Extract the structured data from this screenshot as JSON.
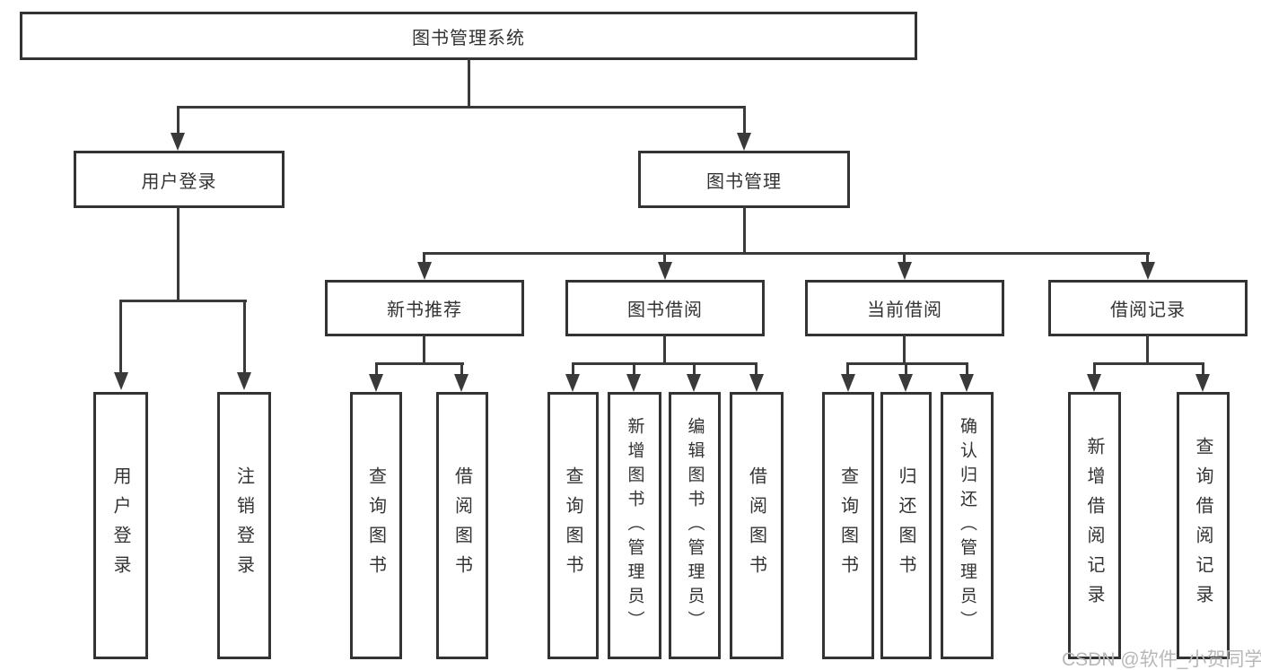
{
  "diagram": {
    "root": {
      "label": "图书管理系统"
    },
    "level2": [
      {
        "label": "用户登录"
      },
      {
        "label": "图书管理"
      }
    ],
    "level3": [
      {
        "label": "新书推荐"
      },
      {
        "label": "图书借阅"
      },
      {
        "label": "当前借阅"
      },
      {
        "label": "借阅记录"
      }
    ],
    "leaves": [
      {
        "label": "用户登录"
      },
      {
        "label": "注销登录"
      },
      {
        "label": "查询图书"
      },
      {
        "label": "借阅图书"
      },
      {
        "label": "查询图书"
      },
      {
        "label": "新增图书（管理员）"
      },
      {
        "label": "编辑图书（管理员）"
      },
      {
        "label": "借阅图书"
      },
      {
        "label": "查询图书"
      },
      {
        "label": "归还图书"
      },
      {
        "label": "确认归还（管理员）"
      },
      {
        "label": "新增借阅记录"
      },
      {
        "label": "查询借阅记录"
      }
    ]
  },
  "watermark": {
    "text": "CSDN @软件_小贺同学"
  },
  "colors": {
    "line": "#3a3a3a",
    "border": "#333333",
    "text": "#333333",
    "background": "#ffffff",
    "watermark": "#b8b8b8"
  }
}
